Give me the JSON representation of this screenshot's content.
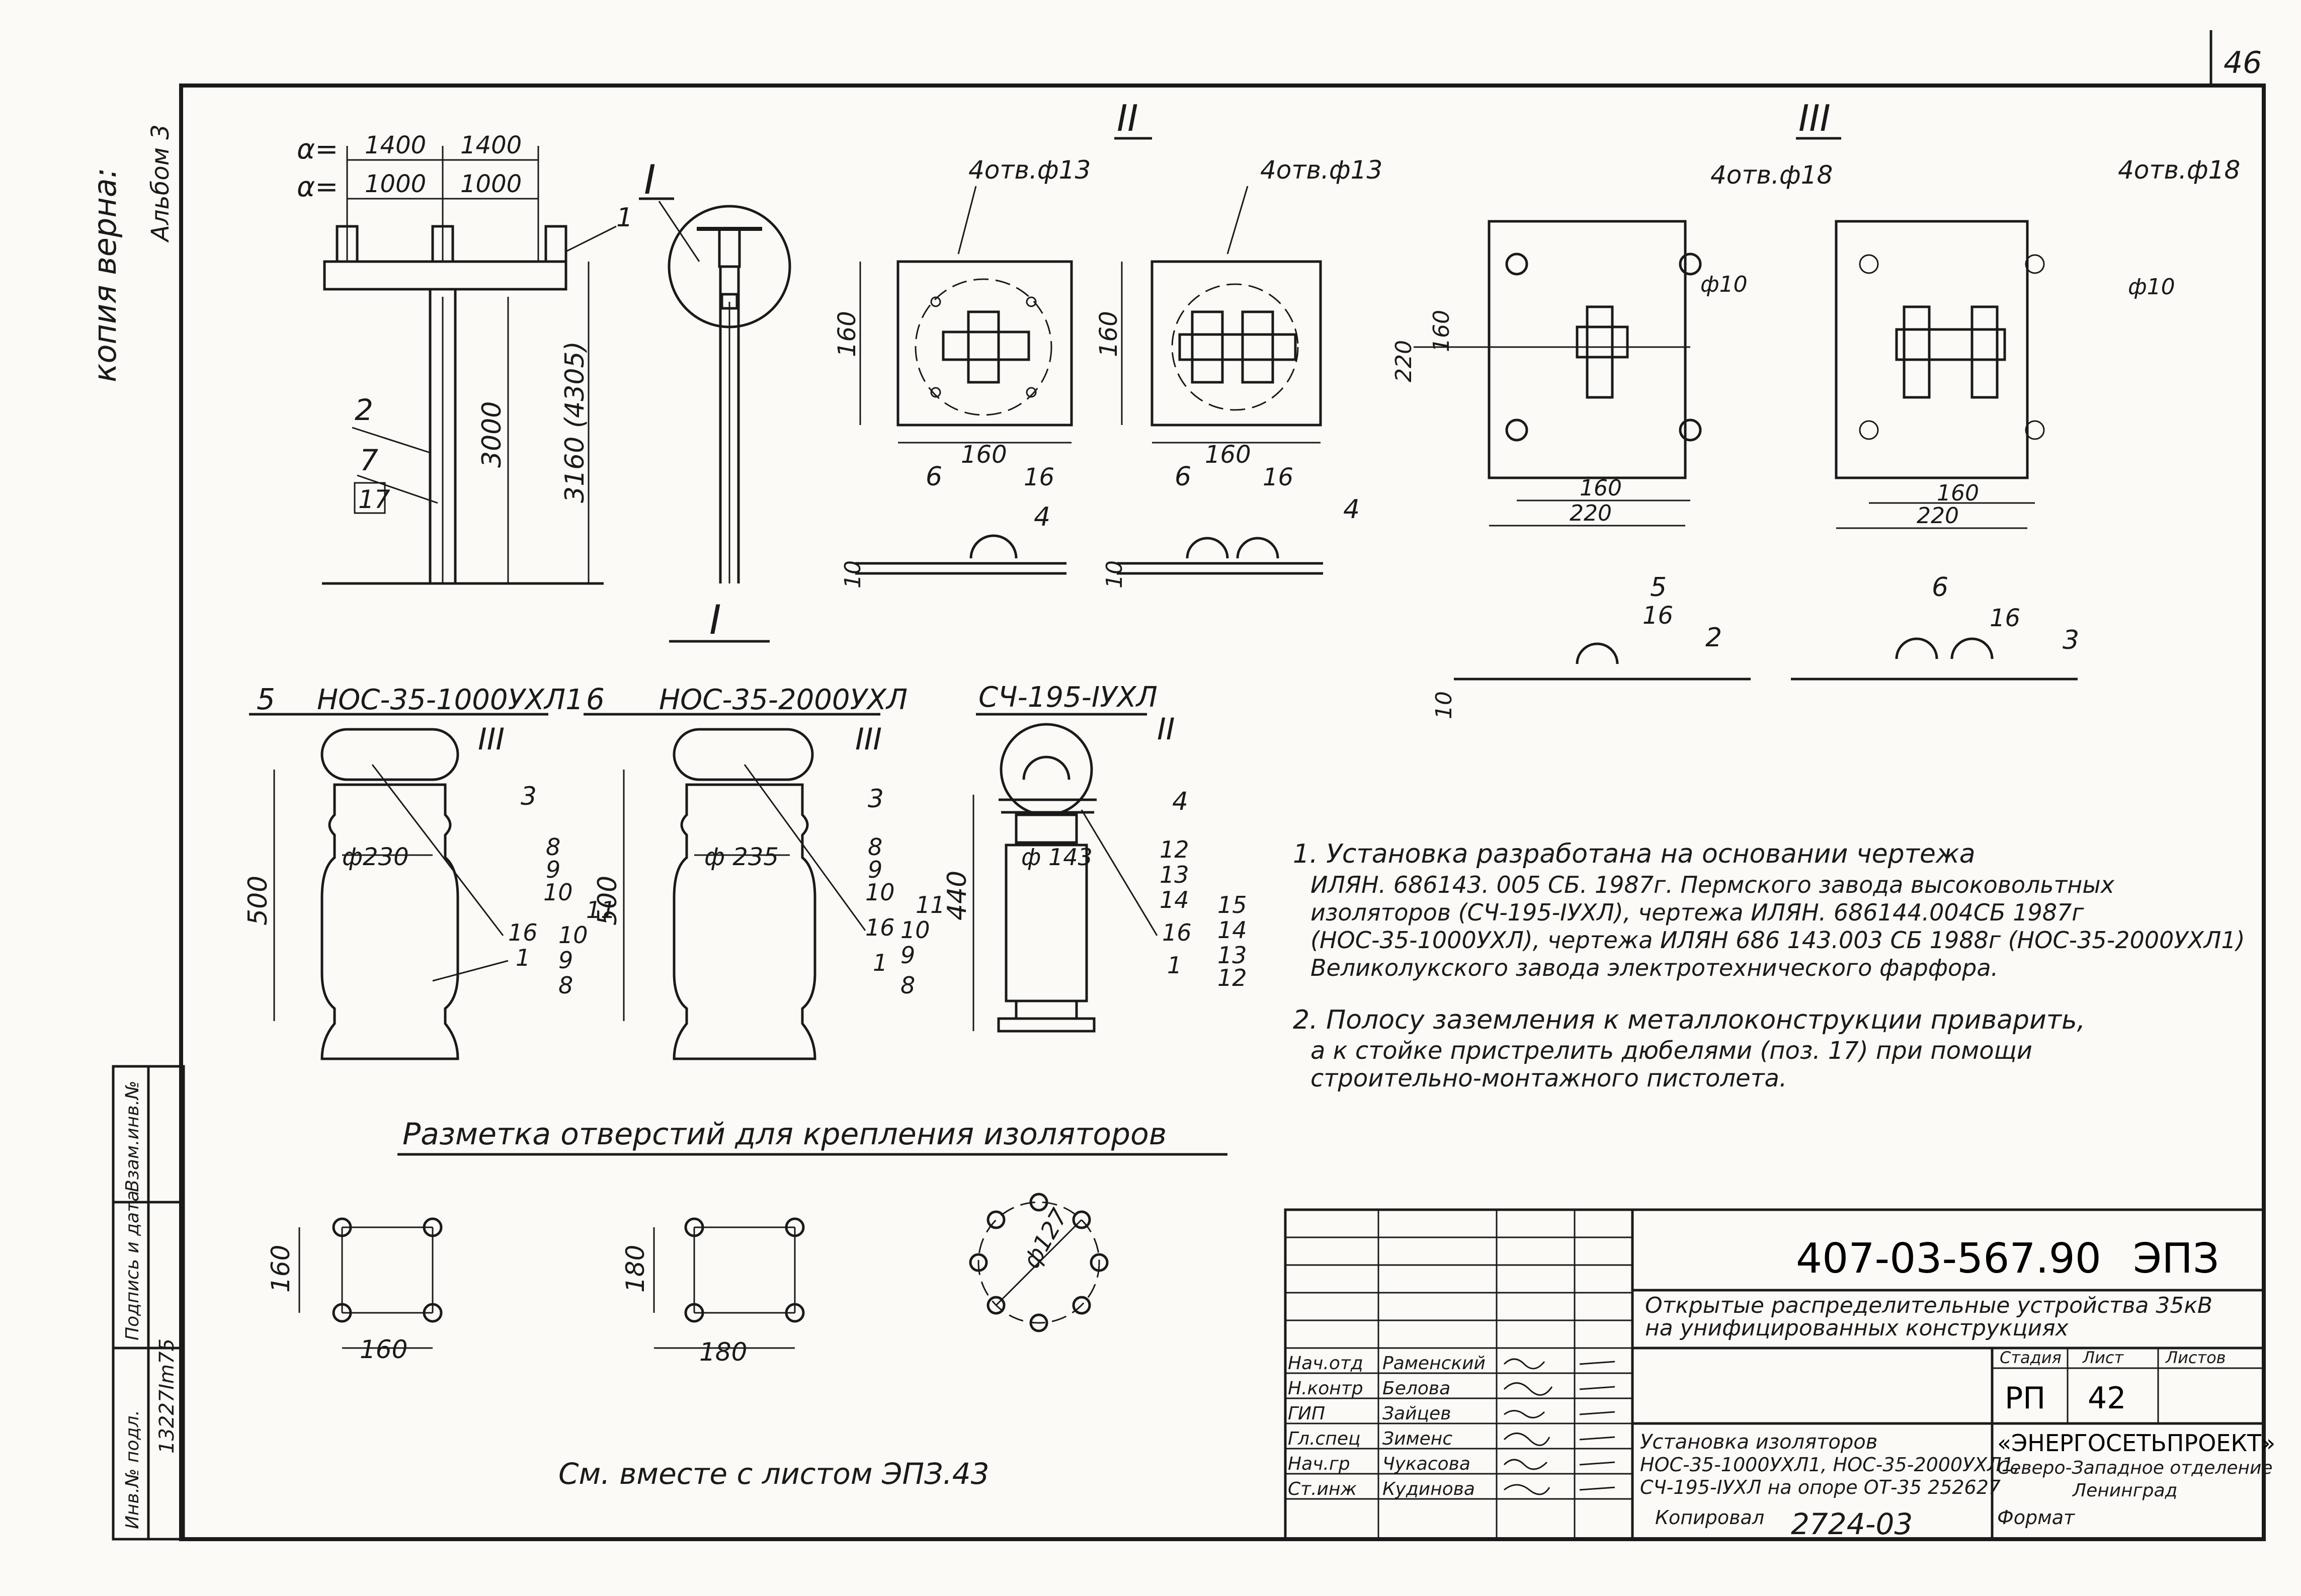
{
  "sheet_number": "46",
  "margin": {
    "copy_verified": "копия верна: ",
    "album": "Альбом 3"
  },
  "elevation": {
    "dim_a_label": "α=",
    "dims": [
      "1400",
      "1400",
      "1000",
      "1000",
      "3000",
      "3160 (4305)"
    ],
    "callouts": [
      "1",
      "2",
      "7",
      "17"
    ]
  },
  "details": {
    "i": "I",
    "ii": "II",
    "iii": "III",
    "holes_13": "4отв.ф13",
    "holes_18": "4отв.ф18",
    "phi10": "ф10",
    "dim_160": "160",
    "dim_220": "220",
    "dim_10": "10",
    "strip1": [
      "6",
      "16",
      "4"
    ],
    "strip2": [
      "6",
      "16",
      "4"
    ],
    "strip3": [
      "5",
      "16",
      "2"
    ],
    "strip4": [
      "6",
      "16",
      "3"
    ]
  },
  "insulators": [
    {
      "title": "НОС-35-1000УХЛ1",
      "callout_left": "5",
      "detail": "III",
      "diameter": "ф230",
      "height": "500",
      "tags": [
        "3",
        "8",
        "9",
        "10",
        "16",
        "1",
        "11",
        "10",
        "9",
        "8"
      ]
    },
    {
      "title": "НОС-35-2000УХЛ",
      "callout_left": "6",
      "detail": "III",
      "diameter": "ф 235",
      "height": "500",
      "tags": [
        "3",
        "8",
        "9",
        "10",
        "16",
        "1",
        "11",
        "10",
        "9",
        "8"
      ]
    },
    {
      "title": "СЧ-195-IУХЛ",
      "detail": "II",
      "diameter": "ф 143",
      "height": "440",
      "tags": [
        "4",
        "12",
        "13",
        "14",
        "16",
        "1",
        "15",
        "14",
        "13",
        "12"
      ]
    }
  ],
  "notes": [
    "1. Установка разработана на основании чертежа",
    "ИЛЯН. 686143. 005 СБ. 1987г. Пермского завода высоковольтных",
    "изоляторов (СЧ-195-IУХЛ), чертежа ИЛЯН. 686144.004СБ 1987г",
    "(НОС-35-1000УХЛ), чертежа ИЛЯН 686 143.003 СБ 1988г (НОС-35-2000УХЛ1)",
    "Великолукского завода электротехнического фарфора.",
    "2. Полосу заземления к металлоконструкции приварить,",
    "а к стойке пристрелить дюбелями (поз. 17) при помощи",
    "строительно-монтажного пистолета."
  ],
  "hole_marking": {
    "title": "Разметка отверстий для крепления изоляторов",
    "dims": [
      "160",
      "160",
      "180",
      "180",
      "ф127"
    ],
    "see_also": "См. вместе с листом ЭПЗ.43"
  },
  "stamp": {
    "ref_inv": "Взам.инв.№",
    "signature": "Подпись и дата",
    "original_inv": "Инв.№ подл.",
    "original_inv_value": "13227Im75"
  },
  "title_block": {
    "code": "407-03-567.90",
    "series": "ЭПЗ",
    "project": [
      "Открытые распределительные устройства 35кВ",
      "на унифицированных конструкциях"
    ],
    "stage_header": "Стадия",
    "sheet_header": "Лист",
    "sheets_header": "Листов",
    "stage": "РП",
    "sheet": "42",
    "drawing_title": [
      "Установка изоляторов",
      "НОС-35-1000УХЛ1, НОС-35-2000УХЛ1,",
      "СЧ-195-IУХЛ на опоре ОТ-35 252627"
    ],
    "org": [
      "«ЭНЕРГОСЕТЬПРОЕКТ»",
      "Северо-Западное отделение",
      "Ленинград"
    ],
    "signatories": [
      {
        "role": "Нач.отд",
        "name": "Раменский"
      },
      {
        "role": "Н.контр",
        "name": "Белова"
      },
      {
        "role": "ГИП",
        "name": "Зайцев"
      },
      {
        "role": "Гл.спец",
        "name": "Зименс"
      },
      {
        "role": "Нач.гр",
        "name": "Чукасова"
      },
      {
        "role": "Ст.инж",
        "name": "Кудинова"
      }
    ]
  },
  "footer": {
    "copied": "Копировал",
    "copy_number": "2724-03",
    "format": "Формат"
  }
}
